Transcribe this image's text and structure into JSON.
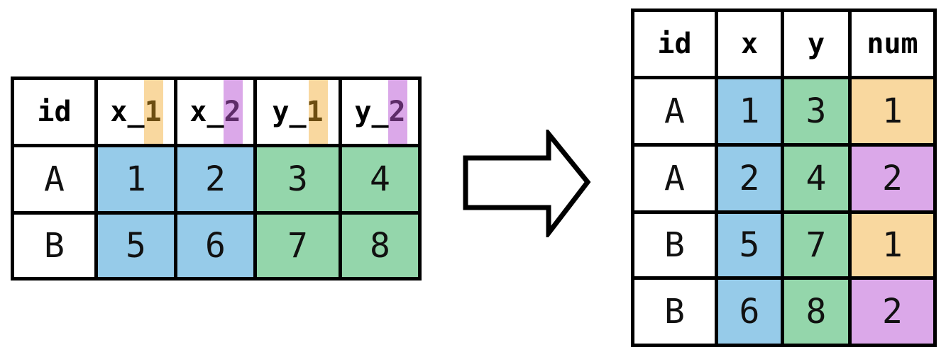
{
  "colors": {
    "blue": "#96CBE9",
    "green": "#94D6AB",
    "orange": "#F9D89F",
    "purple": "#DBA8E9",
    "suffix1_text": "#6C4D11",
    "suffix2_text": "#5D2C68",
    "border": "#000000"
  },
  "left_table": {
    "col_headers": [
      {
        "label": "id"
      },
      {
        "base": "x_",
        "suffix": "1",
        "highlight": "orange"
      },
      {
        "base": "x_",
        "suffix": "2",
        "highlight": "purple"
      },
      {
        "base": "y_",
        "suffix": "1",
        "highlight": "orange"
      },
      {
        "base": "y_",
        "suffix": "2",
        "highlight": "purple"
      }
    ],
    "rows": [
      {
        "cells": [
          "A",
          "1",
          "2",
          "3",
          "4"
        ]
      },
      {
        "cells": [
          "B",
          "5",
          "6",
          "7",
          "8"
        ]
      }
    ]
  },
  "right_table": {
    "col_headers": [
      "id",
      "x",
      "y",
      "num"
    ],
    "rows": [
      {
        "cells": [
          "A",
          "1",
          "3",
          "1"
        ],
        "num_color": "orange"
      },
      {
        "cells": [
          "A",
          "2",
          "4",
          "2"
        ],
        "num_color": "purple"
      },
      {
        "cells": [
          "B",
          "5",
          "7",
          "1"
        ],
        "num_color": "orange"
      },
      {
        "cells": [
          "B",
          "6",
          "8",
          "2"
        ],
        "num_color": "purple"
      }
    ]
  },
  "arrow": {
    "direction": "right"
  }
}
